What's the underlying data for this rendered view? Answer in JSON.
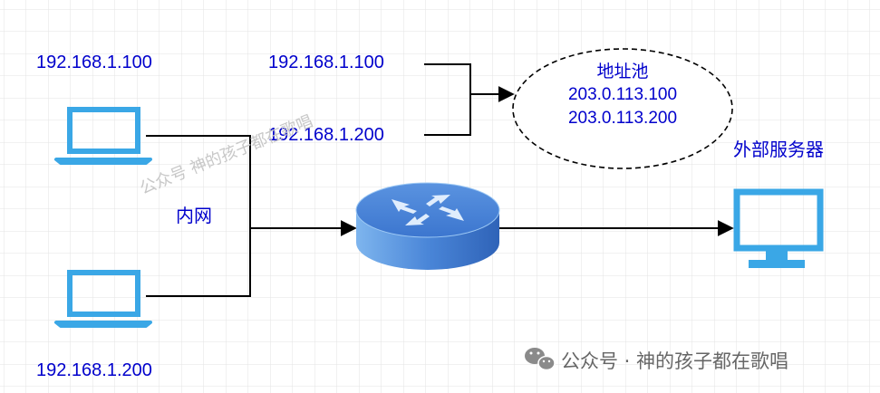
{
  "labels": {
    "pc1_ip": "192.168.1.100",
    "pc2_ip": "192.168.1.200",
    "nat_in1": "192.168.1.100",
    "nat_in2": "192.168.1.200",
    "lan": "内网",
    "server": "外部服务器"
  },
  "pool": {
    "title": "地址池",
    "addr1": "203.0.113.100",
    "addr2": "203.0.113.200"
  },
  "watermark": {
    "diagonal": "公众号  神的孩子都在歌唱",
    "corner": "公众号 · 神的孩子都在歌唱"
  },
  "colors": {
    "label_blue": "#0000cc",
    "device_blue": "#3aa7e6",
    "router_blue": "#3d7fd6",
    "grid": "#e6e6e6"
  },
  "icons": [
    "laptop-icon",
    "laptop-icon",
    "router-icon",
    "monitor-icon",
    "wechat-icon"
  ]
}
